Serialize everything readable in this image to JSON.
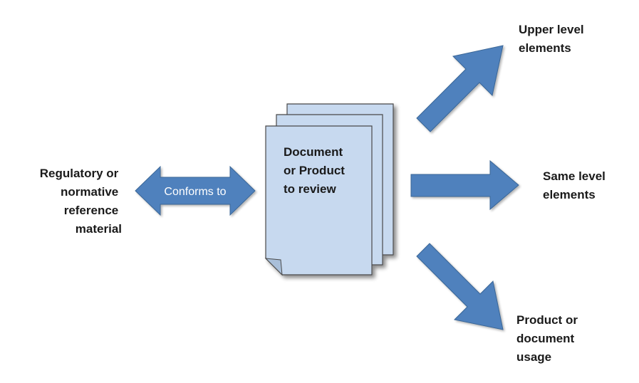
{
  "center": {
    "lines": [
      "Document",
      "or Product",
      "to review"
    ]
  },
  "left": {
    "arrow_label": "Conforms to",
    "lines": [
      "Regulatory or",
      "normative",
      "reference",
      "material"
    ]
  },
  "outputs": {
    "upper": {
      "lines": [
        "Upper level",
        "elements"
      ]
    },
    "same": {
      "lines": [
        "Same level",
        "elements"
      ]
    },
    "usage": {
      "lines": [
        "Product or",
        "document",
        "usage"
      ]
    }
  },
  "colors": {
    "arrow_fill": "#4f81bd",
    "arrow_stroke": "#3a6696",
    "page_fill": "#c7d9ef",
    "page_stroke": "#4a4a4a"
  }
}
